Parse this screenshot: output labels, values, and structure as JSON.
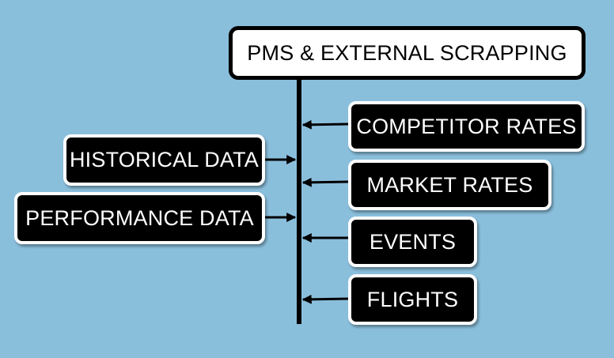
{
  "diagram": {
    "title": "PMS & EXTERNAL SCRAPPING",
    "left_inputs": [
      "HISTORICAL DATA",
      "PERFORMANCE DATA"
    ],
    "right_inputs": [
      "COMPETITOR RATES",
      "MARKET RATES",
      "EVENTS",
      "FLIGHTS"
    ],
    "colors": {
      "background": "#8abfdc",
      "box_fill": "#000000",
      "box_text": "#ffffff",
      "box_border": "#ffffff",
      "title_fill": "#ffffff",
      "title_text": "#000000",
      "connector": "#000000"
    }
  }
}
